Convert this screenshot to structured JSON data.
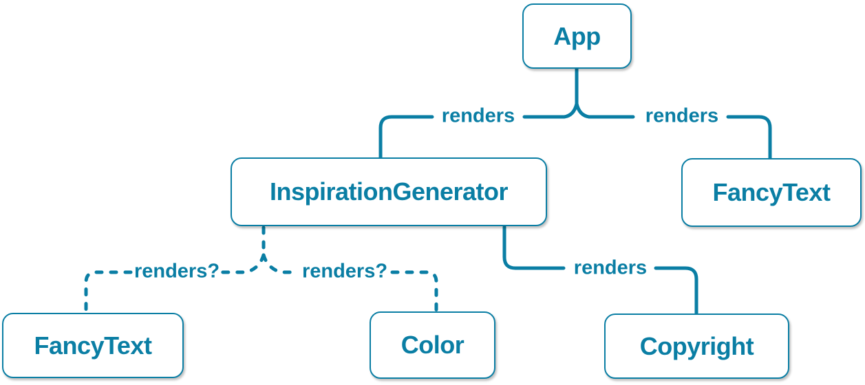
{
  "diagram": {
    "colors": {
      "accent": "#0a7ea4",
      "node_background": "#ffffff"
    },
    "nodes": {
      "app": {
        "label": "App"
      },
      "inspiration_generator": {
        "label": "InspirationGenerator"
      },
      "fancy_text_top": {
        "label": "FancyText"
      },
      "fancy_text_bottom": {
        "label": "FancyText"
      },
      "color": {
        "label": "Color"
      },
      "copyright": {
        "label": "Copyright"
      }
    },
    "edges": {
      "app_to_inspiration_generator": {
        "label": "renders",
        "style": "solid"
      },
      "app_to_fancy_text": {
        "label": "renders",
        "style": "solid"
      },
      "inspiration_generator_to_fancy_text": {
        "label": "renders?",
        "style": "dashed"
      },
      "inspiration_generator_to_color": {
        "label": "renders?",
        "style": "dashed"
      },
      "inspiration_generator_to_copyright": {
        "label": "renders",
        "style": "solid"
      }
    }
  }
}
